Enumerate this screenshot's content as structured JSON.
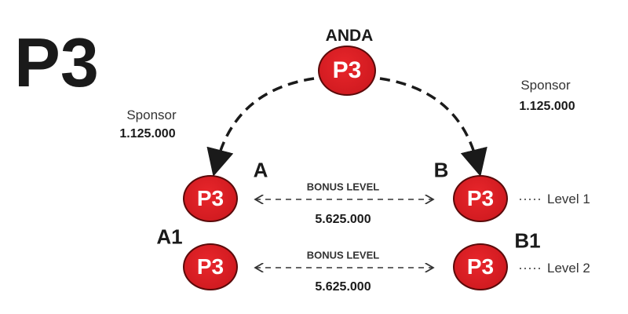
{
  "title": "P3",
  "top_node": {
    "label": "ANDA",
    "badge": "P3"
  },
  "sponsor_left": {
    "label": "Sponsor",
    "amount": "1.125.000"
  },
  "sponsor_right": {
    "label": "Sponsor",
    "amount": "1.125.000"
  },
  "level1": {
    "left_label": "A",
    "right_label": "B",
    "left_badge": "P3",
    "right_badge": "P3",
    "bonus_label": "BONUS LEVEL",
    "bonus_amount": "5.625.000",
    "level_text": "Level 1"
  },
  "level2": {
    "left_label": "A1",
    "right_label": "B1",
    "left_badge": "P3",
    "right_badge": "P3",
    "bonus_label": "BONUS LEVEL",
    "bonus_amount": "5.625.000",
    "level_text": "Level 2"
  },
  "colors": {
    "node_fill": "#d71f25",
    "text": "#1a1a1a"
  }
}
